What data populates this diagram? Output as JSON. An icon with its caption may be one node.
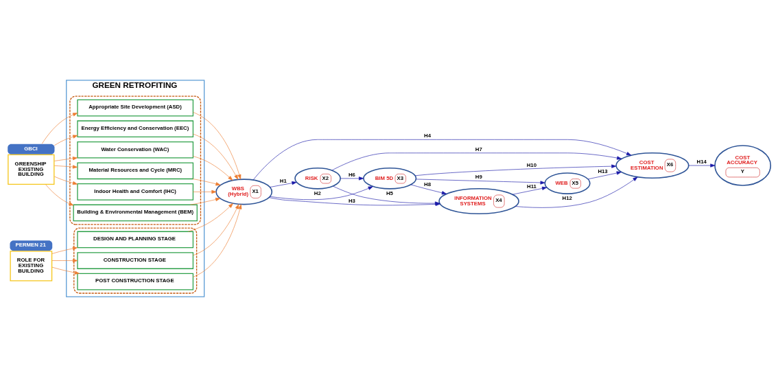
{
  "diagram": {
    "nodes": [
      {
        "text": [
          "GREEN RETROFITING"
        ]
      },
      {
        "text": [],
        "shape": "box",
        "in": 0
      },
      {
        "text": [
          "Appropriate Site Development (ASD)"
        ],
        "in": 1
      },
      {
        "text": [
          "Energy Efficiency and Conservation (EEC)"
        ],
        "in": 1
      },
      {
        "text": [
          "Water Conservation (WAC)"
        ],
        "in": 1
      },
      {
        "text": [
          "Material Resources and Cycle (MRC)"
        ],
        "in": 1
      },
      {
        "text": [
          "Indoor Health and Comfort (IHC)"
        ],
        "in": 1
      },
      {
        "text": [
          "Building & Environmental Management (BEM)"
        ],
        "in": 1
      },
      {
        "text": [],
        "shape": "box",
        "in": 0
      },
      {
        "text": [
          "DESIGN AND PLANNING STAGE"
        ],
        "in": 8
      },
      {
        "text": [
          "CONSTRUCTION STAGE"
        ],
        "in": 8
      },
      {
        "text": [
          "POST CONSTRUCTION STAGE"
        ],
        "in": 8
      },
      {
        "text": [
          "GBCI",
          "GREENSHIP EXISTING BUILDING"
        ]
      },
      {
        "text": [
          "PERMEN 21",
          "ROLE FOR EXISTING BUILDING"
        ]
      },
      {
        "text": [
          "WBS (Hybrid)",
          "X1"
        ]
      },
      {
        "text": [
          "INFORMATION SYSTEMS",
          "X4"
        ]
      },
      {
        "text": [
          "WEB",
          "X5"
        ]
      },
      {
        "text": [
          "COST ESTIMATION",
          "X6"
        ]
      },
      {
        "text": [
          "COST ACCURACY",
          "Y"
        ]
      },
      {
        "text": [
          "BIM 5D",
          "X3"
        ]
      },
      {
        "text": [
          "RISK",
          "X2"
        ]
      }
    ],
    "edges": [
      {
        "from": 12,
        "to": 2,
        "arrow": "to"
      },
      {
        "from": 12,
        "to": 3,
        "arrow": "to"
      },
      {
        "from": 12,
        "to": 4,
        "arrow": "to"
      },
      {
        "from": 12,
        "to": 5,
        "arrow": "to"
      },
      {
        "from": 12,
        "to": 6,
        "arrow": "to"
      },
      {
        "from": 12,
        "to": 7,
        "arrow": "to"
      },
      {
        "from": 13,
        "to": 9,
        "arrow": "to"
      },
      {
        "from": 13,
        "to": 10,
        "arrow": "to"
      },
      {
        "from": 13,
        "to": 11,
        "arrow": "to"
      },
      {
        "from": 2,
        "to": 14,
        "arrow": "to"
      },
      {
        "from": 3,
        "to": 14,
        "arrow": "to"
      },
      {
        "from": 4,
        "to": 14,
        "arrow": "to"
      },
      {
        "from": 5,
        "to": 14,
        "arrow": "to"
      },
      {
        "from": 6,
        "to": 14,
        "arrow": "to"
      },
      {
        "from": 7,
        "to": 14,
        "arrow": "to"
      },
      {
        "from": 9,
        "to": 14,
        "arrow": "to"
      },
      {
        "from": 10,
        "to": 14,
        "arrow": "to"
      },
      {
        "from": 11,
        "to": 14,
        "arrow": "to"
      },
      {
        "from": 14,
        "to": 20,
        "arrow": "to",
        "label": "H1",
        "color": "#1a1aa8"
      },
      {
        "from": 14,
        "to": 19,
        "arrow": "to",
        "label": "H2",
        "color": "#1a1aa8"
      },
      {
        "from": 14,
        "to": 15,
        "arrow": "to",
        "label": "H3",
        "color": "#1a1aa8"
      },
      {
        "from": 14,
        "to": 17,
        "arrow": "to",
        "label": "H4",
        "color": "#1a1aa8"
      },
      {
        "from": 20,
        "to": 15,
        "arrow": "to",
        "label": "H5",
        "color": "#1a1aa8"
      },
      {
        "from": 20,
        "to": 19,
        "arrow": "to",
        "label": "H6",
        "color": "#1a1aa8"
      },
      {
        "from": 20,
        "to": 17,
        "arrow": "to",
        "label": "H7",
        "color": "#1a1aa8"
      },
      {
        "from": 19,
        "to": 15,
        "arrow": "to",
        "label": "H8",
        "color": "#1a1aa8"
      },
      {
        "from": 19,
        "to": 16,
        "arrow": "to",
        "label": "H9",
        "color": "#1a1aa8"
      },
      {
        "from": 19,
        "to": 17,
        "arrow": "to",
        "label": "H10",
        "color": "#1a1aa8"
      },
      {
        "from": 15,
        "to": 16,
        "arrow": "to",
        "label": "H11",
        "color": "#1a1aa8"
      },
      {
        "from": 15,
        "to": 17,
        "arrow": "to",
        "label": "H12",
        "color": "#1a1aa8"
      },
      {
        "from": 16,
        "to": 17,
        "arrow": "to",
        "label": "H13",
        "color": "#1a1aa8"
      },
      {
        "from": 17,
        "to": 18,
        "arrow": "to",
        "label": "H14",
        "color": "#1a1aa8"
      }
    ]
  }
}
